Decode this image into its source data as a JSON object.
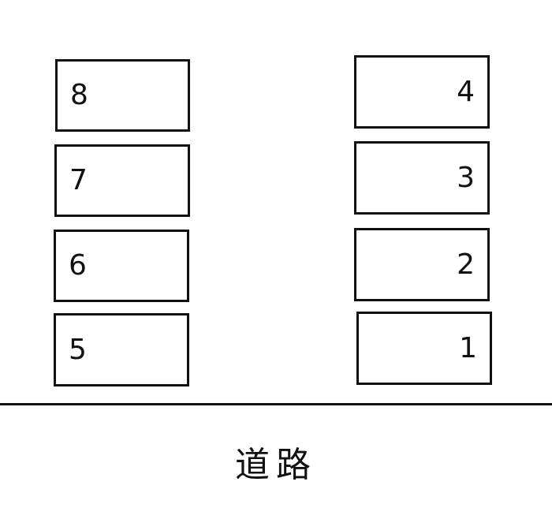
{
  "lots": {
    "left": [
      {
        "number": "8"
      },
      {
        "number": "7"
      },
      {
        "number": "6"
      },
      {
        "number": "5"
      }
    ],
    "right": [
      {
        "number": "4"
      },
      {
        "number": "3"
      },
      {
        "number": "2"
      },
      {
        "number": "1"
      }
    ]
  },
  "road": {
    "label": "道路"
  }
}
